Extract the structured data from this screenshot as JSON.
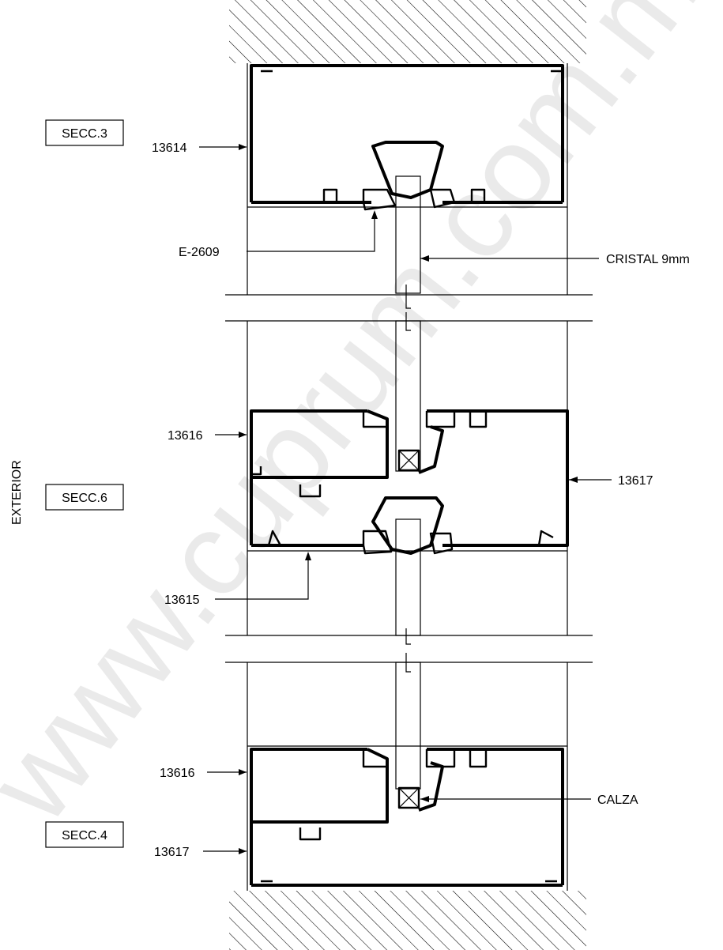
{
  "labels": {
    "secc3": "SECC.3",
    "secc6": "SECC.6",
    "secc4": "SECC.4",
    "exterior": "EXTERIOR",
    "p13614": "13614",
    "e2609": "E-2609",
    "cristal": "CRISTAL 9mm",
    "p13616_top": "13616",
    "p13617_right": "13617",
    "p13615": "13615",
    "p13616_bottom": "13616",
    "calza": "CALZA",
    "p13617_bottom": "13617"
  },
  "watermark": "www.cuprum.com.mx",
  "colors": {
    "line": "#000000",
    "watermark": "#d9d9d9",
    "background": "#ffffff"
  }
}
